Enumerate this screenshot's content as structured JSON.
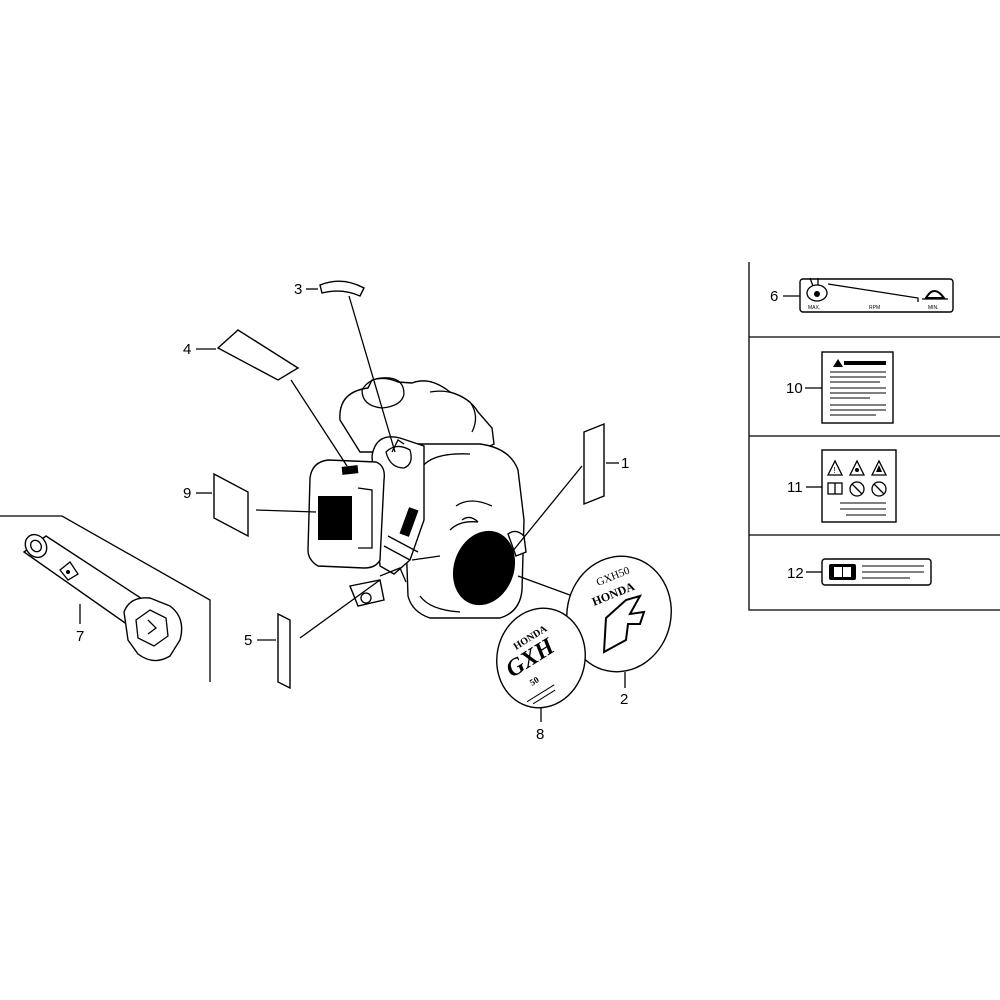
{
  "callouts": {
    "c1": "1",
    "c2": "2",
    "c3": "3",
    "c4": "4",
    "c5": "5",
    "c6": "6",
    "c7": "7",
    "c8": "8",
    "c9": "9",
    "c10": "10",
    "c11": "11",
    "c12": "12"
  },
  "rpm_label": {
    "max": "MAX.",
    "rpm": "RPM",
    "min": "MIN."
  },
  "emblem_gxh": {
    "brand": "HONDA",
    "model": "GXH",
    "sub": "50"
  },
  "emblem_gxh50": {
    "model": "GXH50",
    "brand": "HONDA"
  },
  "icons": {
    "engine": "engine-icon",
    "tool": "spark-plug-wrench-icon",
    "warning": "warning-triangle-icon",
    "manual": "manual-book-icon",
    "rabbit": "rabbit-icon",
    "turtle": "turtle-icon"
  },
  "colors": {
    "line": "#000000",
    "background": "#ffffff"
  }
}
